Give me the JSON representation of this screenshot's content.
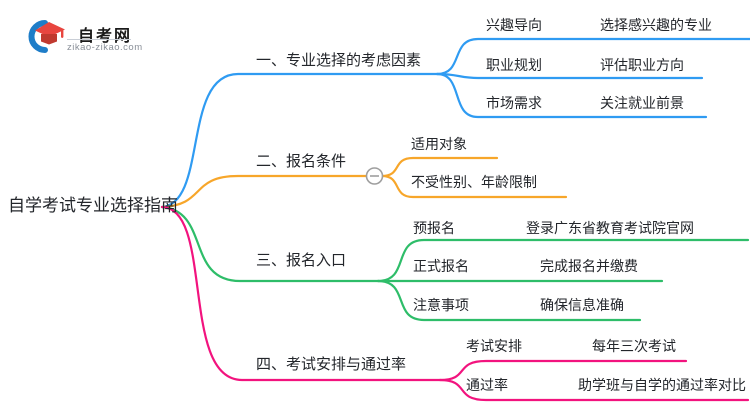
{
  "page": {
    "background": "#ffffff",
    "text_color": "#23262b"
  },
  "logo": {
    "title": "自考网",
    "domain": "zikao-zikao.com",
    "cap_color": "#e8453f",
    "cap_dark_color": "#c0392f",
    "swoosh_color": "#1e7dc8"
  },
  "root": {
    "label": "自学考试专业选择指南"
  },
  "collapse_button": {
    "symbol": "minus",
    "color": "#9e9e9e"
  },
  "branches": [
    {
      "label": "一、专业选择的考虑因素",
      "color": "#2f9bf2",
      "children": [
        {
          "label": "兴趣导向",
          "detail": "选择感兴趣的专业"
        },
        {
          "label": "职业规划",
          "detail": "评估职业方向"
        },
        {
          "label": "市场需求",
          "detail": "关注就业前景"
        }
      ]
    },
    {
      "label": "二、报名条件",
      "color": "#f7a62a",
      "children": [
        {
          "label": "适用对象"
        },
        {
          "label": "不受性别、年龄限制"
        }
      ]
    },
    {
      "label": "三、报名入口",
      "color": "#2ebd69",
      "children": [
        {
          "label": "预报名",
          "detail": "登录广东省教育考试院官网"
        },
        {
          "label": "正式报名",
          "detail": "完成报名并缴费"
        },
        {
          "label": "注意事项",
          "detail": "确保信息准确"
        }
      ]
    },
    {
      "label": "四、考试安排与通过率",
      "color": "#f2137e",
      "children": [
        {
          "label": "考试安排",
          "detail": "每年三次考试"
        },
        {
          "label": "通过率",
          "detail": "助学班与自学的通过率对比"
        }
      ]
    }
  ]
}
